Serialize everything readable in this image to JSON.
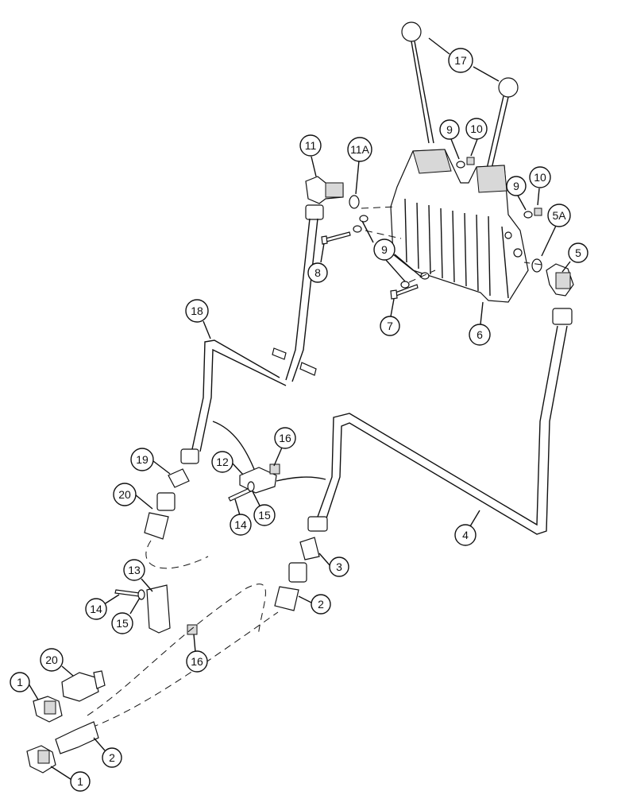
{
  "callouts": {
    "c17": "17",
    "c9a": "9",
    "c10a": "10",
    "c9b": "9",
    "c10b": "10",
    "c11": "11",
    "c11a": "11A",
    "c5a": "5A",
    "c5": "5",
    "c8": "8",
    "c9c": "9",
    "c7": "7",
    "c6": "6",
    "c18": "18",
    "c16a": "16",
    "c12": "12",
    "c19": "19",
    "c20a": "20",
    "c14a": "14",
    "c15a": "15",
    "c4": "4",
    "c3": "3",
    "c2a": "2",
    "c13": "13",
    "c14b": "14",
    "c15b": "15",
    "c16b": "16",
    "c20b": "20",
    "c1a": "1",
    "c2b": "2",
    "c1b": "1"
  }
}
